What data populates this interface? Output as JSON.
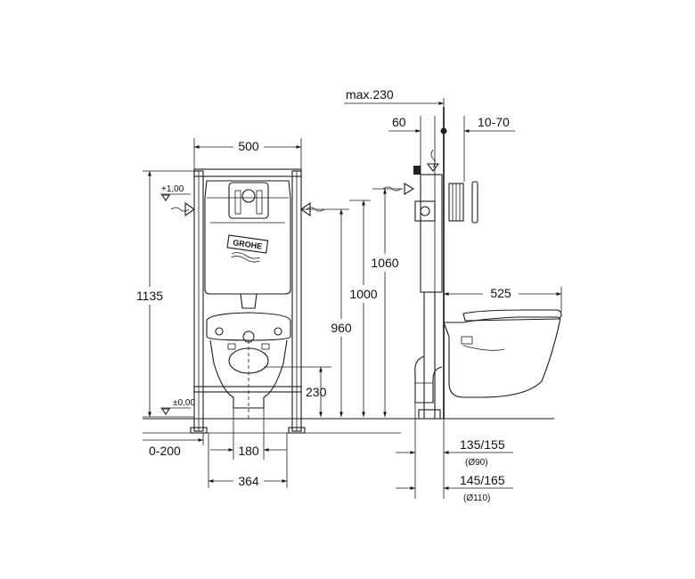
{
  "brand": "GROHE",
  "front_view": {
    "width_label": "500",
    "height_label": "1135",
    "level_top_label": "+1,00",
    "level_bottom_label": "±0,00",
    "offset_label": "0-200",
    "bolt_spacing_label": "180",
    "bracket_spacing_label": "364",
    "pan_height_label": "230",
    "waste_height_label": "960",
    "inlet_height_label": "1000",
    "frame_height_label": "1060"
  },
  "side_view": {
    "max_depth_label": "max.230",
    "wall_offset_label": "60",
    "panel_depth_label": "10-70",
    "projection_label": "525",
    "pipe_small_label": "135/155",
    "pipe_small_diameter": "(Ø90)",
    "pipe_large_label": "145/165",
    "pipe_large_diameter": "(Ø110)"
  }
}
